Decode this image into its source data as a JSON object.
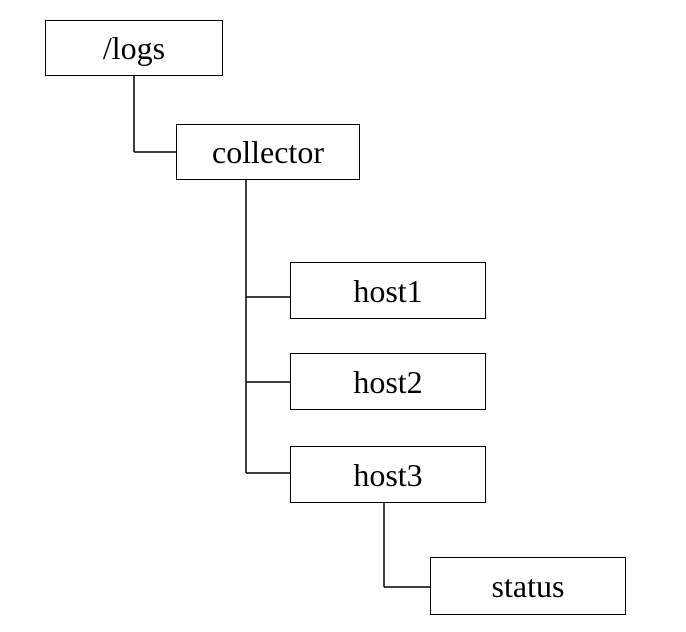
{
  "tree": {
    "root": {
      "label": "/logs"
    },
    "collector": {
      "label": "collector"
    },
    "hosts": [
      {
        "label": "host1"
      },
      {
        "label": "host2"
      },
      {
        "label": "host3"
      }
    ],
    "status": {
      "label": "status"
    }
  }
}
